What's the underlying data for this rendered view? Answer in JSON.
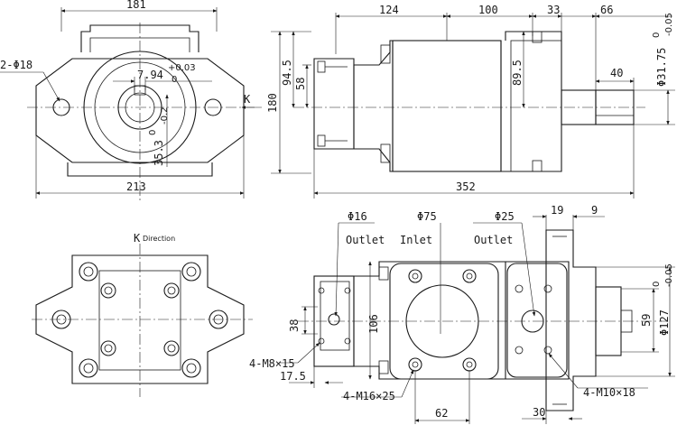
{
  "front_view": {
    "width_top": "181",
    "holes": "2-Φ18",
    "bore_tol_value": "7.94",
    "bore_tol_upper": "+0.03",
    "bore_tol_lower": "0",
    "key_value": "35.3",
    "key_upper": "0",
    "key_lower": "-0.2",
    "width_bottom": "213",
    "view_arrow": "K"
  },
  "side_view": {
    "dim_124": "124",
    "dim_100": "100",
    "dim_33": "33",
    "dim_66": "66",
    "dim_94_5": "94.5",
    "dim_58": "58",
    "dim_89_5": "89.5",
    "dim_180": "180",
    "dim_40": "40",
    "shaft_dia": "Φ31.75",
    "shaft_upper": "0",
    "shaft_lower": "-0.05",
    "dim_352": "352"
  },
  "k_view": {
    "title_letter": "K",
    "title_word": "Direction"
  },
  "bottom_view": {
    "phi16": "Φ16",
    "phi75": "Φ75",
    "phi25": "Φ25",
    "dim_19": "19",
    "dim_9": "9",
    "outlet_left": "Outlet",
    "inlet": "Inlet",
    "outlet_right": "Outlet",
    "dim_106": "106",
    "dim_38": "38",
    "m8": "4-M8×15",
    "dim_17_5": "17.5",
    "m16": "4-M16×25",
    "dim_62": "62",
    "dim_59": "59",
    "pilot_dia": "Φ127",
    "pilot_upper": "0",
    "pilot_lower": "-0.05",
    "m10": "4-M10×18",
    "dim_30": "30"
  }
}
